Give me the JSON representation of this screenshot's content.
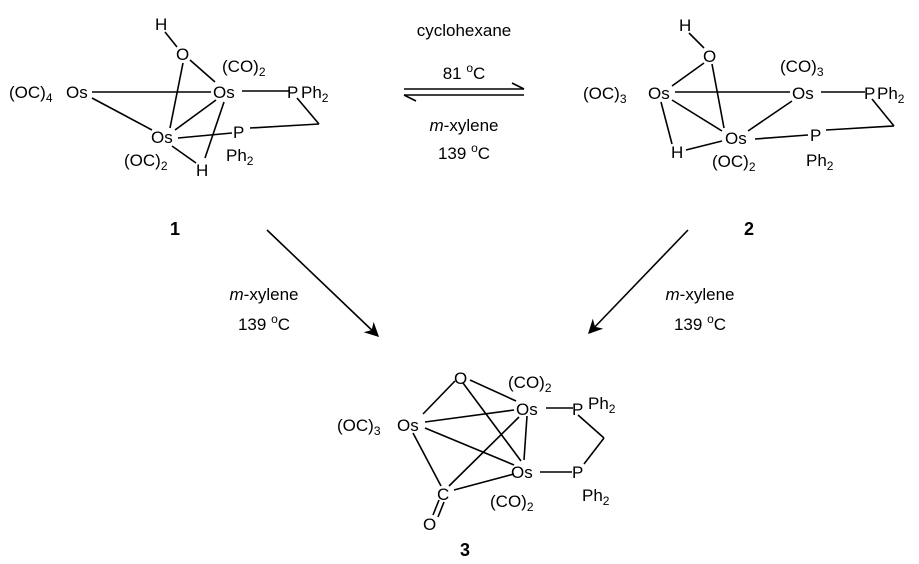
{
  "compounds": {
    "c1": {
      "number": "1",
      "atoms": {
        "h_top": "H",
        "o_top": "O",
        "co2_top": "(CO)",
        "co2_top_sub": "2",
        "oc4": "(OC)",
        "oc4_sub": "4",
        "os_left": "Os",
        "os_right": "Os",
        "os_bottom": "Os",
        "p_top": "P",
        "ph2_top": "Ph",
        "ph2_top_sub": "2",
        "p_bottom": "P",
        "ph2_bottom": "Ph",
        "ph2_bottom_sub": "2",
        "oc2_bottom": "(OC)",
        "oc2_bottom_sub": "2",
        "h_bottom": "H"
      }
    },
    "c2": {
      "number": "2",
      "atoms": {
        "h_top": "H",
        "o_top": "O",
        "co3_top": "(CO)",
        "co3_top_sub": "3",
        "oc3": "(OC)",
        "oc3_sub": "3",
        "os_left": "Os",
        "os_right": "Os",
        "os_bottom": "Os",
        "p_top": "P",
        "ph2_top": "Ph",
        "ph2_top_sub": "2",
        "p_bottom": "P",
        "ph2_bottom": "Ph",
        "ph2_bottom_sub": "2",
        "h_left": "H",
        "oc2_bottom": "(OC)",
        "oc2_bottom_sub": "2"
      }
    },
    "c3": {
      "number": "3",
      "atoms": {
        "o_top": "O",
        "co2_top": "(CO)",
        "co2_top_sub": "2",
        "oc3": "(OC)",
        "oc3_sub": "3",
        "os_left": "Os",
        "os_top": "Os",
        "os_bottom": "Os",
        "p_top": "P",
        "ph2_top": "Ph",
        "ph2_top_sub": "2",
        "p_bottom": "P",
        "ph2_bottom": "Ph",
        "ph2_bottom_sub": "2",
        "c_bottom": "C",
        "o_bottom": "O",
        "co2_bottom": "(CO)",
        "co2_bottom_sub": "2"
      }
    }
  },
  "conditions": {
    "forward_solvent": "cyclohexane",
    "forward_temp": "81",
    "reverse_solvent_italic": "m",
    "reverse_solvent": "-xylene",
    "reverse_temp": "139",
    "left_solvent_italic": "m",
    "left_solvent": "-xylene",
    "left_temp": "139",
    "right_solvent_italic": "m",
    "right_solvent": "-xylene",
    "right_temp": "139",
    "degree_symbol": "o",
    "unit": "C"
  }
}
